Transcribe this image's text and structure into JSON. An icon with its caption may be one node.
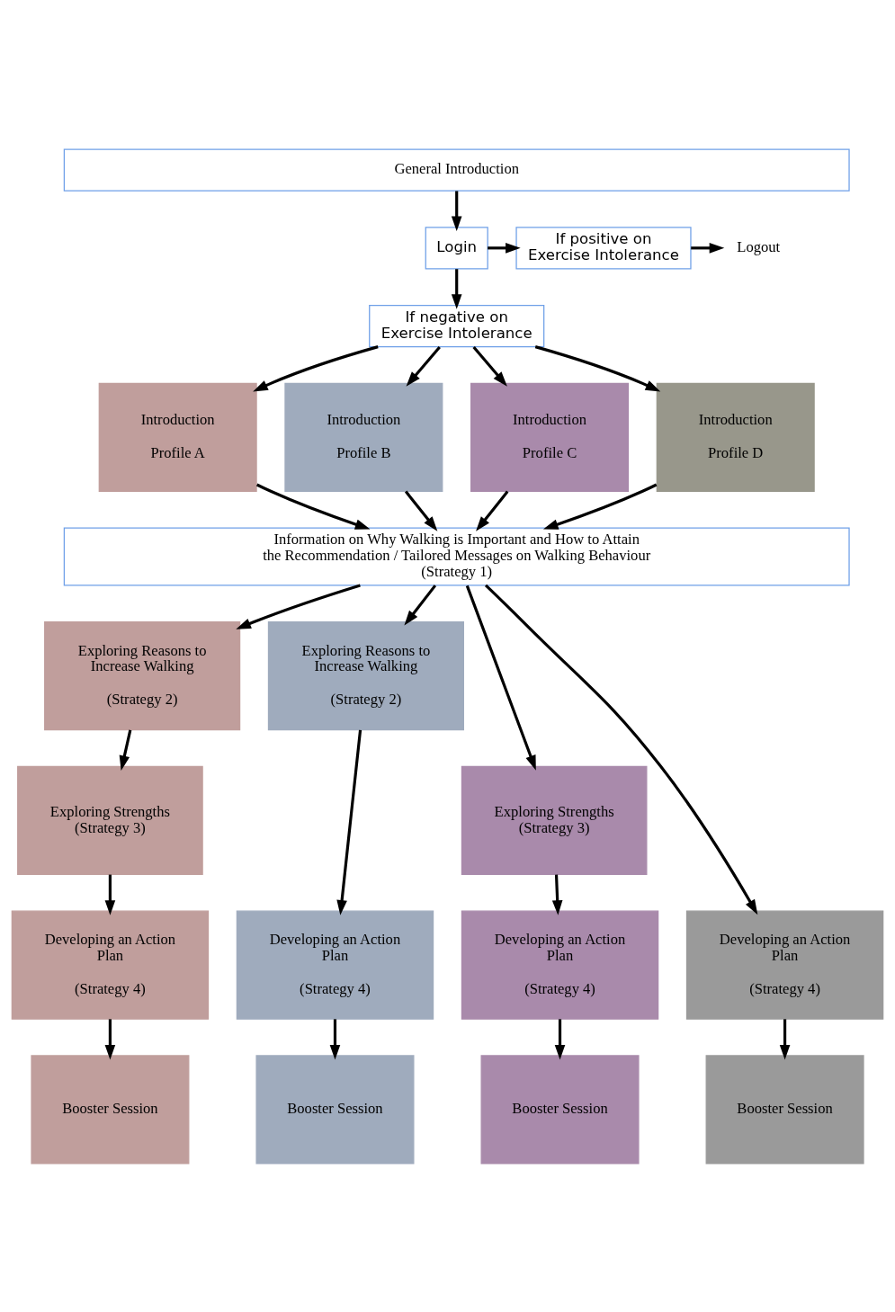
{
  "diagram": {
    "nodes": [
      {
        "text": [
          "General Introduction"
        ]
      },
      {
        "text": [
          "Login"
        ]
      },
      {
        "text": [
          "If positive on Exercise Intolerance"
        ]
      },
      {
        "text": [
          "Logout"
        ]
      },
      {
        "text": [
          "If negative on Exercise Intolerance"
        ]
      },
      {
        "text": [
          "Introduction",
          "Profile A"
        ]
      },
      {
        "text": [
          "Introduction",
          "Profile B"
        ]
      },
      {
        "text": [
          "Introduction",
          "Profile C"
        ]
      },
      {
        "text": [
          "Introduction",
          "Profile D"
        ]
      },
      {
        "text": [
          "Information on Why Walking is Important and How to Attain the Recommendation / Tailored Messages on Walking Behaviour (Strategy 1)"
        ]
      },
      {
        "text": [
          "Exploring Reasons to Increase Walking",
          "(Strategy 2)"
        ]
      },
      {
        "text": [
          "Exploring Reasons to Increase Walking",
          "(Strategy 2)"
        ]
      },
      {
        "text": [
          "Exploring Strengths (Strategy 3)"
        ]
      },
      {
        "text": [
          "Exploring Strengths (Strategy 3)"
        ]
      },
      {
        "text": [
          "Developing an Action Plan",
          "(Strategy 4)"
        ]
      },
      {
        "text": [
          "Developing an Action Plan",
          "(Strategy 4)"
        ]
      },
      {
        "text": [
          "Developing an Action Plan",
          "(Strategy 4)"
        ]
      },
      {
        "text": [
          "Developing an Action Plan",
          "(Strategy 4)"
        ]
      },
      {
        "text": [
          "Booster Session"
        ]
      },
      {
        "text": [
          "Booster Session"
        ]
      },
      {
        "text": [
          "Booster Session"
        ]
      },
      {
        "text": [
          "Booster Session"
        ]
      }
    ],
    "edges": [
      {
        "from": 0,
        "to": 1,
        "arrow": "to"
      },
      {
        "from": 1,
        "to": 2,
        "arrow": "to"
      },
      {
        "from": 2,
        "to": 3,
        "arrow": "to"
      },
      {
        "from": 1,
        "to": 4,
        "arrow": "to"
      },
      {
        "from": 4,
        "to": 5,
        "arrow": "to"
      },
      {
        "from": 4,
        "to": 6,
        "arrow": "to"
      },
      {
        "from": 4,
        "to": 7,
        "arrow": "to"
      },
      {
        "from": 4,
        "to": 8,
        "arrow": "to"
      },
      {
        "from": 5,
        "to": 9,
        "arrow": "to"
      },
      {
        "from": 6,
        "to": 9,
        "arrow": "to"
      },
      {
        "from": 7,
        "to": 9,
        "arrow": "to"
      },
      {
        "from": 8,
        "to": 9,
        "arrow": "to"
      },
      {
        "from": 9,
        "to": 10,
        "arrow": "to"
      },
      {
        "from": 9,
        "to": 11,
        "arrow": "to"
      },
      {
        "from": 9,
        "to": 13,
        "arrow": "to"
      },
      {
        "from": 9,
        "to": 17,
        "arrow": "to"
      },
      {
        "from": 10,
        "to": 12,
        "arrow": "to"
      },
      {
        "from": 11,
        "to": 15,
        "arrow": "to"
      },
      {
        "from": 12,
        "to": 14,
        "arrow": "to"
      },
      {
        "from": 13,
        "to": 16,
        "arrow": "to"
      },
      {
        "from": 14,
        "to": 18,
        "arrow": "to"
      },
      {
        "from": 15,
        "to": 19,
        "arrow": "to"
      },
      {
        "from": 16,
        "to": 20,
        "arrow": "to"
      },
      {
        "from": 17,
        "to": 21,
        "arrow": "to"
      }
    ]
  }
}
